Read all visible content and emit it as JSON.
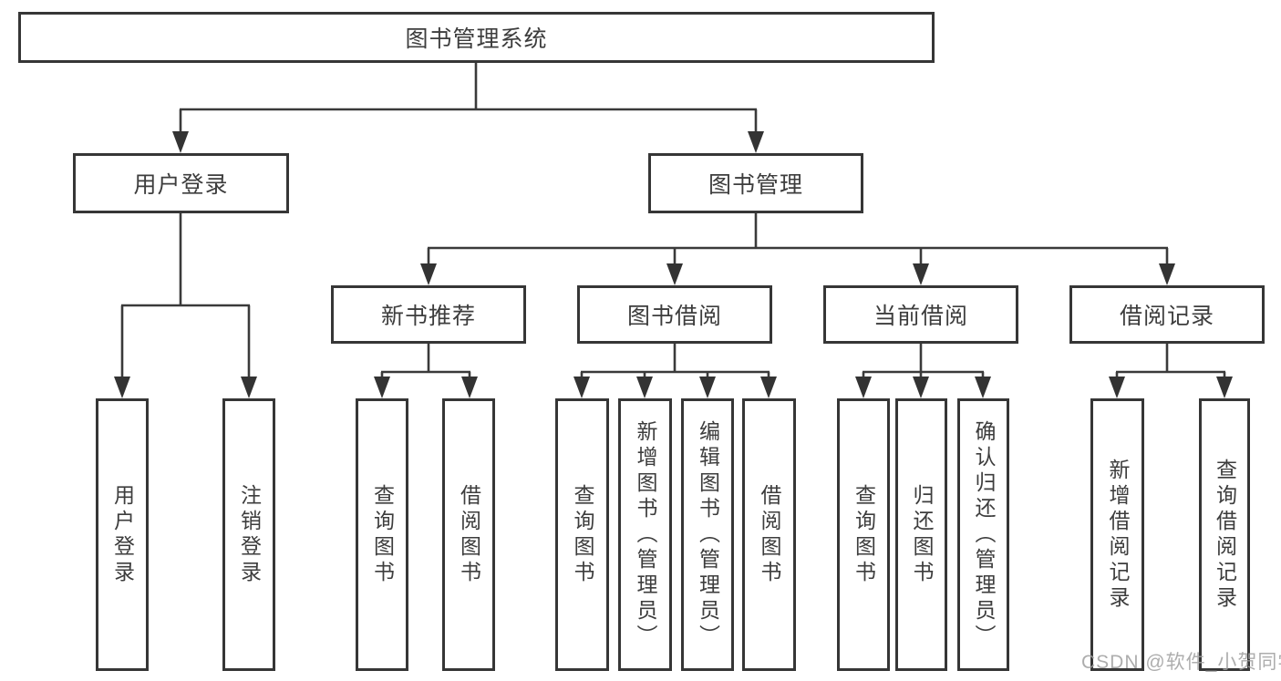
{
  "tree": {
    "root": {
      "label": "图书管理系统",
      "children": [
        {
          "label": "用户登录",
          "children": [
            {
              "label": "用户登录"
            },
            {
              "label": "注销登录"
            }
          ]
        },
        {
          "label": "图书管理",
          "children": [
            {
              "label": "新书推荐",
              "children": [
                {
                  "label": "查询图书"
                },
                {
                  "label": "借阅图书"
                }
              ]
            },
            {
              "label": "图书借阅",
              "children": [
                {
                  "label": "查询图书"
                },
                {
                  "label": "新增图书（管理员）"
                },
                {
                  "label": "编辑图书（管理员）"
                },
                {
                  "label": "借阅图书"
                }
              ]
            },
            {
              "label": "当前借阅",
              "children": [
                {
                  "label": "查询图书"
                },
                {
                  "label": "归还图书"
                },
                {
                  "label": "确认归还（管理员）"
                }
              ]
            },
            {
              "label": "借阅记录",
              "children": [
                {
                  "label": "新增借阅记录"
                },
                {
                  "label": "查询借阅记录"
                }
              ]
            }
          ]
        }
      ]
    }
  },
  "watermark": {
    "text": "CSDN @软件_小贺同学"
  },
  "colors": {
    "line": "#3a3a3a",
    "arrow": "#333333",
    "box_border": "#363636",
    "box_fill": "#ffffff",
    "text": "#3d3d3d",
    "watermark": "#9f9f9f"
  }
}
